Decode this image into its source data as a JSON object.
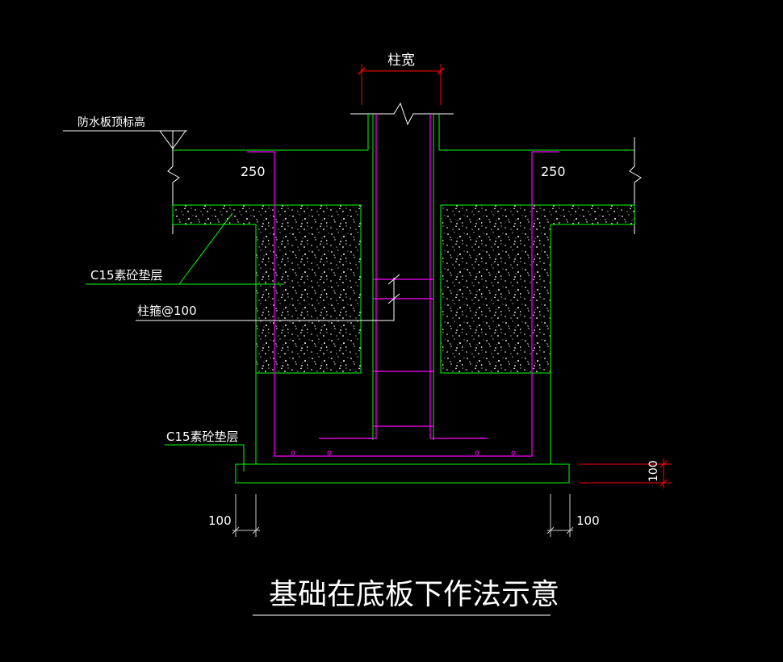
{
  "colors": {
    "background": "#000000",
    "concrete_outline": "#00ff00",
    "rebar": "#ff00ff",
    "dimension": "#ff0000",
    "annotation": "#ffffff",
    "extension_line": "#c8c8c8"
  },
  "labels": {
    "column_width": "柱宽",
    "waterproof_top": "防水板顶标高",
    "thickness_left": "250",
    "thickness_right": "250",
    "c15_cushion_upper": "C15素砼垫层",
    "column_stirrup": "柱箍@100",
    "c15_cushion_lower": "C15素砼垫层",
    "dim_100_left": "100",
    "dim_100_right": "100",
    "dim_100_vertical": "100",
    "title": "基础在底板下作法示意"
  }
}
